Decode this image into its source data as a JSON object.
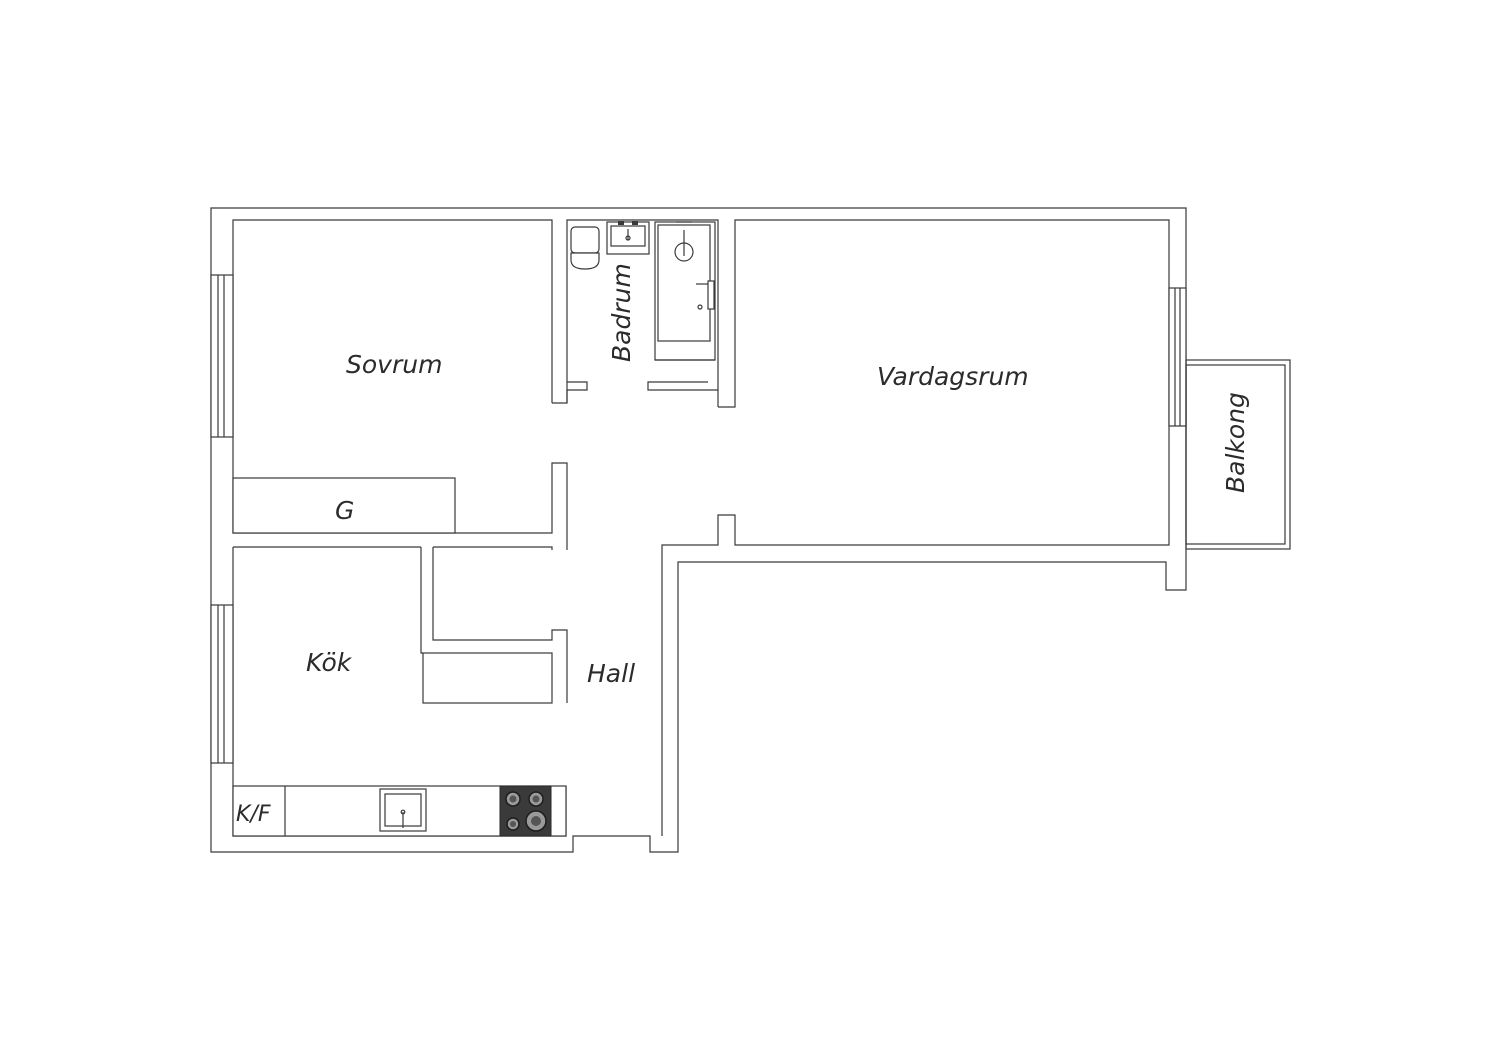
{
  "rooms": {
    "sovrum": "Sovrum",
    "badrum": "Badrum",
    "vardagsrum": "Vardagsrum",
    "balkong": "Balkong",
    "garderob": "G",
    "kok": "Kök",
    "hall": "Hall",
    "kyl_frys": "K/F"
  },
  "colors": {
    "line": "#3a3a3a",
    "background": "#ffffff"
  }
}
